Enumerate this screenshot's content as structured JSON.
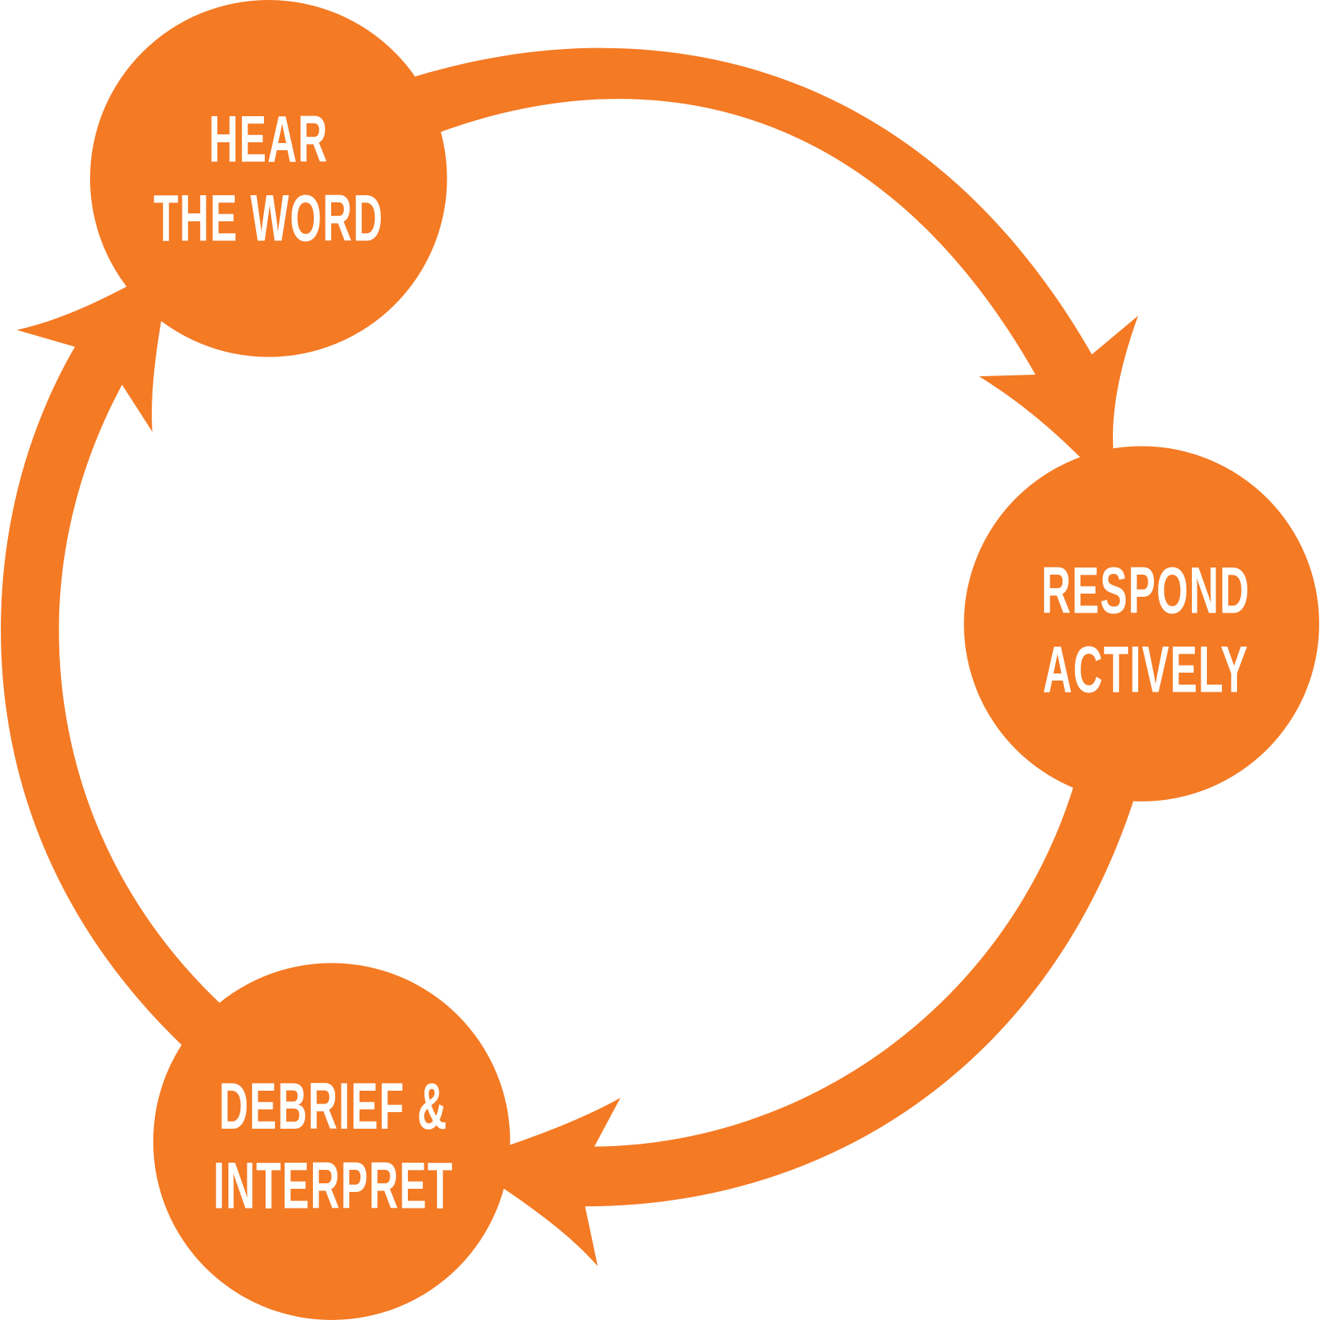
{
  "diagram": {
    "type": "cycle",
    "colors": {
      "accent": "#F47A24",
      "text": "#FFFFFF",
      "background": "#FFFFFF"
    },
    "nodes": [
      {
        "id": "hear",
        "lines": [
          "HEAR",
          "THE WORD"
        ]
      },
      {
        "id": "respond",
        "lines": [
          "RESPOND",
          "ACTIVELY"
        ]
      },
      {
        "id": "debrief",
        "lines": [
          "DEBRIEF &",
          "INTERPRET"
        ]
      }
    ],
    "edges": [
      {
        "from": "hear",
        "to": "respond",
        "direction": "clockwise"
      },
      {
        "from": "respond",
        "to": "debrief",
        "direction": "clockwise"
      },
      {
        "from": "debrief",
        "to": "hear",
        "direction": "clockwise"
      }
    ]
  }
}
